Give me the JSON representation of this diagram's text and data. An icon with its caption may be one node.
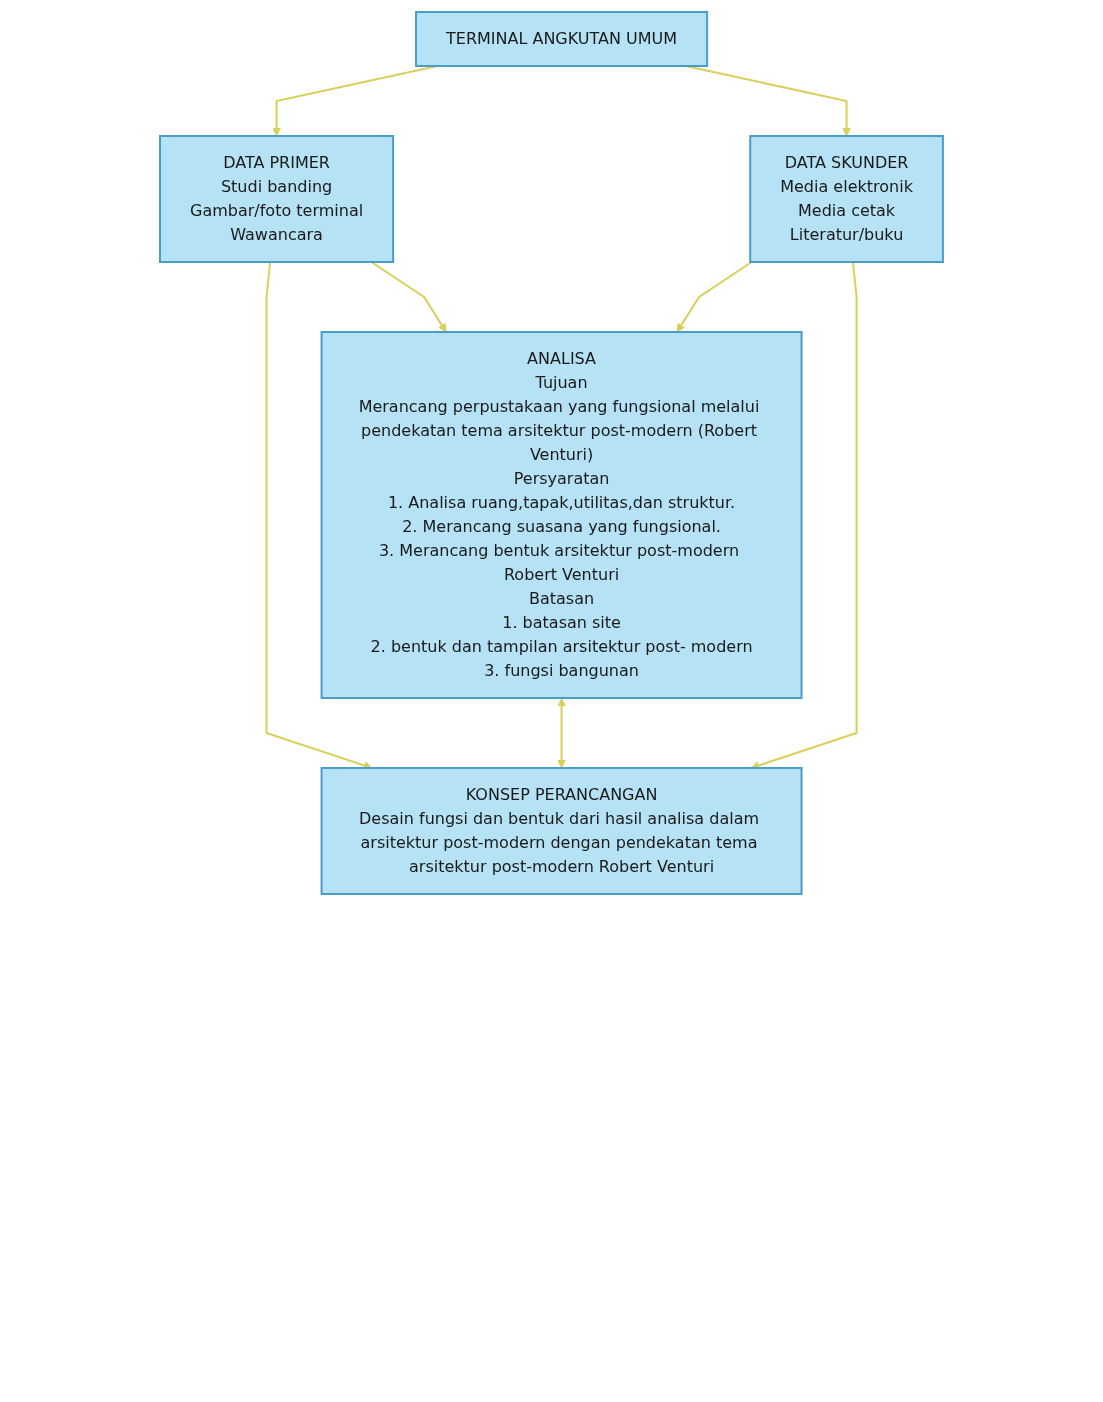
{
  "diagram": {
    "nodes": [
      {
        "text": [
          "TERMINAL ANGKUTAN UMUM"
        ]
      },
      {
        "text": [
          "DATA PRIMER",
          "Studi banding",
          "Gambar/foto terminal",
          "Wawancara"
        ]
      },
      {
        "text": [
          "DATA SKUNDER",
          "Media elektronik",
          "Media cetak",
          "Literatur/buku"
        ]
      },
      {
        "text": [
          "ANALISA",
          "Tujuan",
          "Merancang perpustakaan yang fungsional melalui pendekatan tema arsitektur post-modern (Robert Venturi)",
          "Persyaratan",
          "1. Analisa ruang,tapak,utilitas,dan struktur.",
          "2. Merancang suasana yang fungsional.",
          "3. Merancang bentuk arsitektur post-modern Robert Venturi",
          "Batasan",
          "1. batasan site",
          "2. bentuk dan tampilan arsitektur post- modern",
          "3. fungsi bangunan"
        ]
      },
      {
        "text": [
          "KONSEP PERANCANGAN",
          "Desain fungsi dan bentuk dari hasil analisa dalam arsitektur post-modern dengan pendekatan tema arsitektur post-modern Robert Venturi"
        ]
      }
    ],
    "edges": [
      {
        "from": 0,
        "to": 1,
        "arrow": "to"
      },
      {
        "from": 0,
        "to": 2,
        "arrow": "to"
      },
      {
        "from": 1,
        "to": 3,
        "arrow": "to"
      },
      {
        "from": 2,
        "to": 3,
        "arrow": "to"
      },
      {
        "from": 1,
        "to": 4,
        "arrow": "to"
      },
      {
        "from": 3,
        "to": 4,
        "arrow": "both"
      },
      {
        "from": 2,
        "to": 4,
        "arrow": "to"
      }
    ]
  }
}
